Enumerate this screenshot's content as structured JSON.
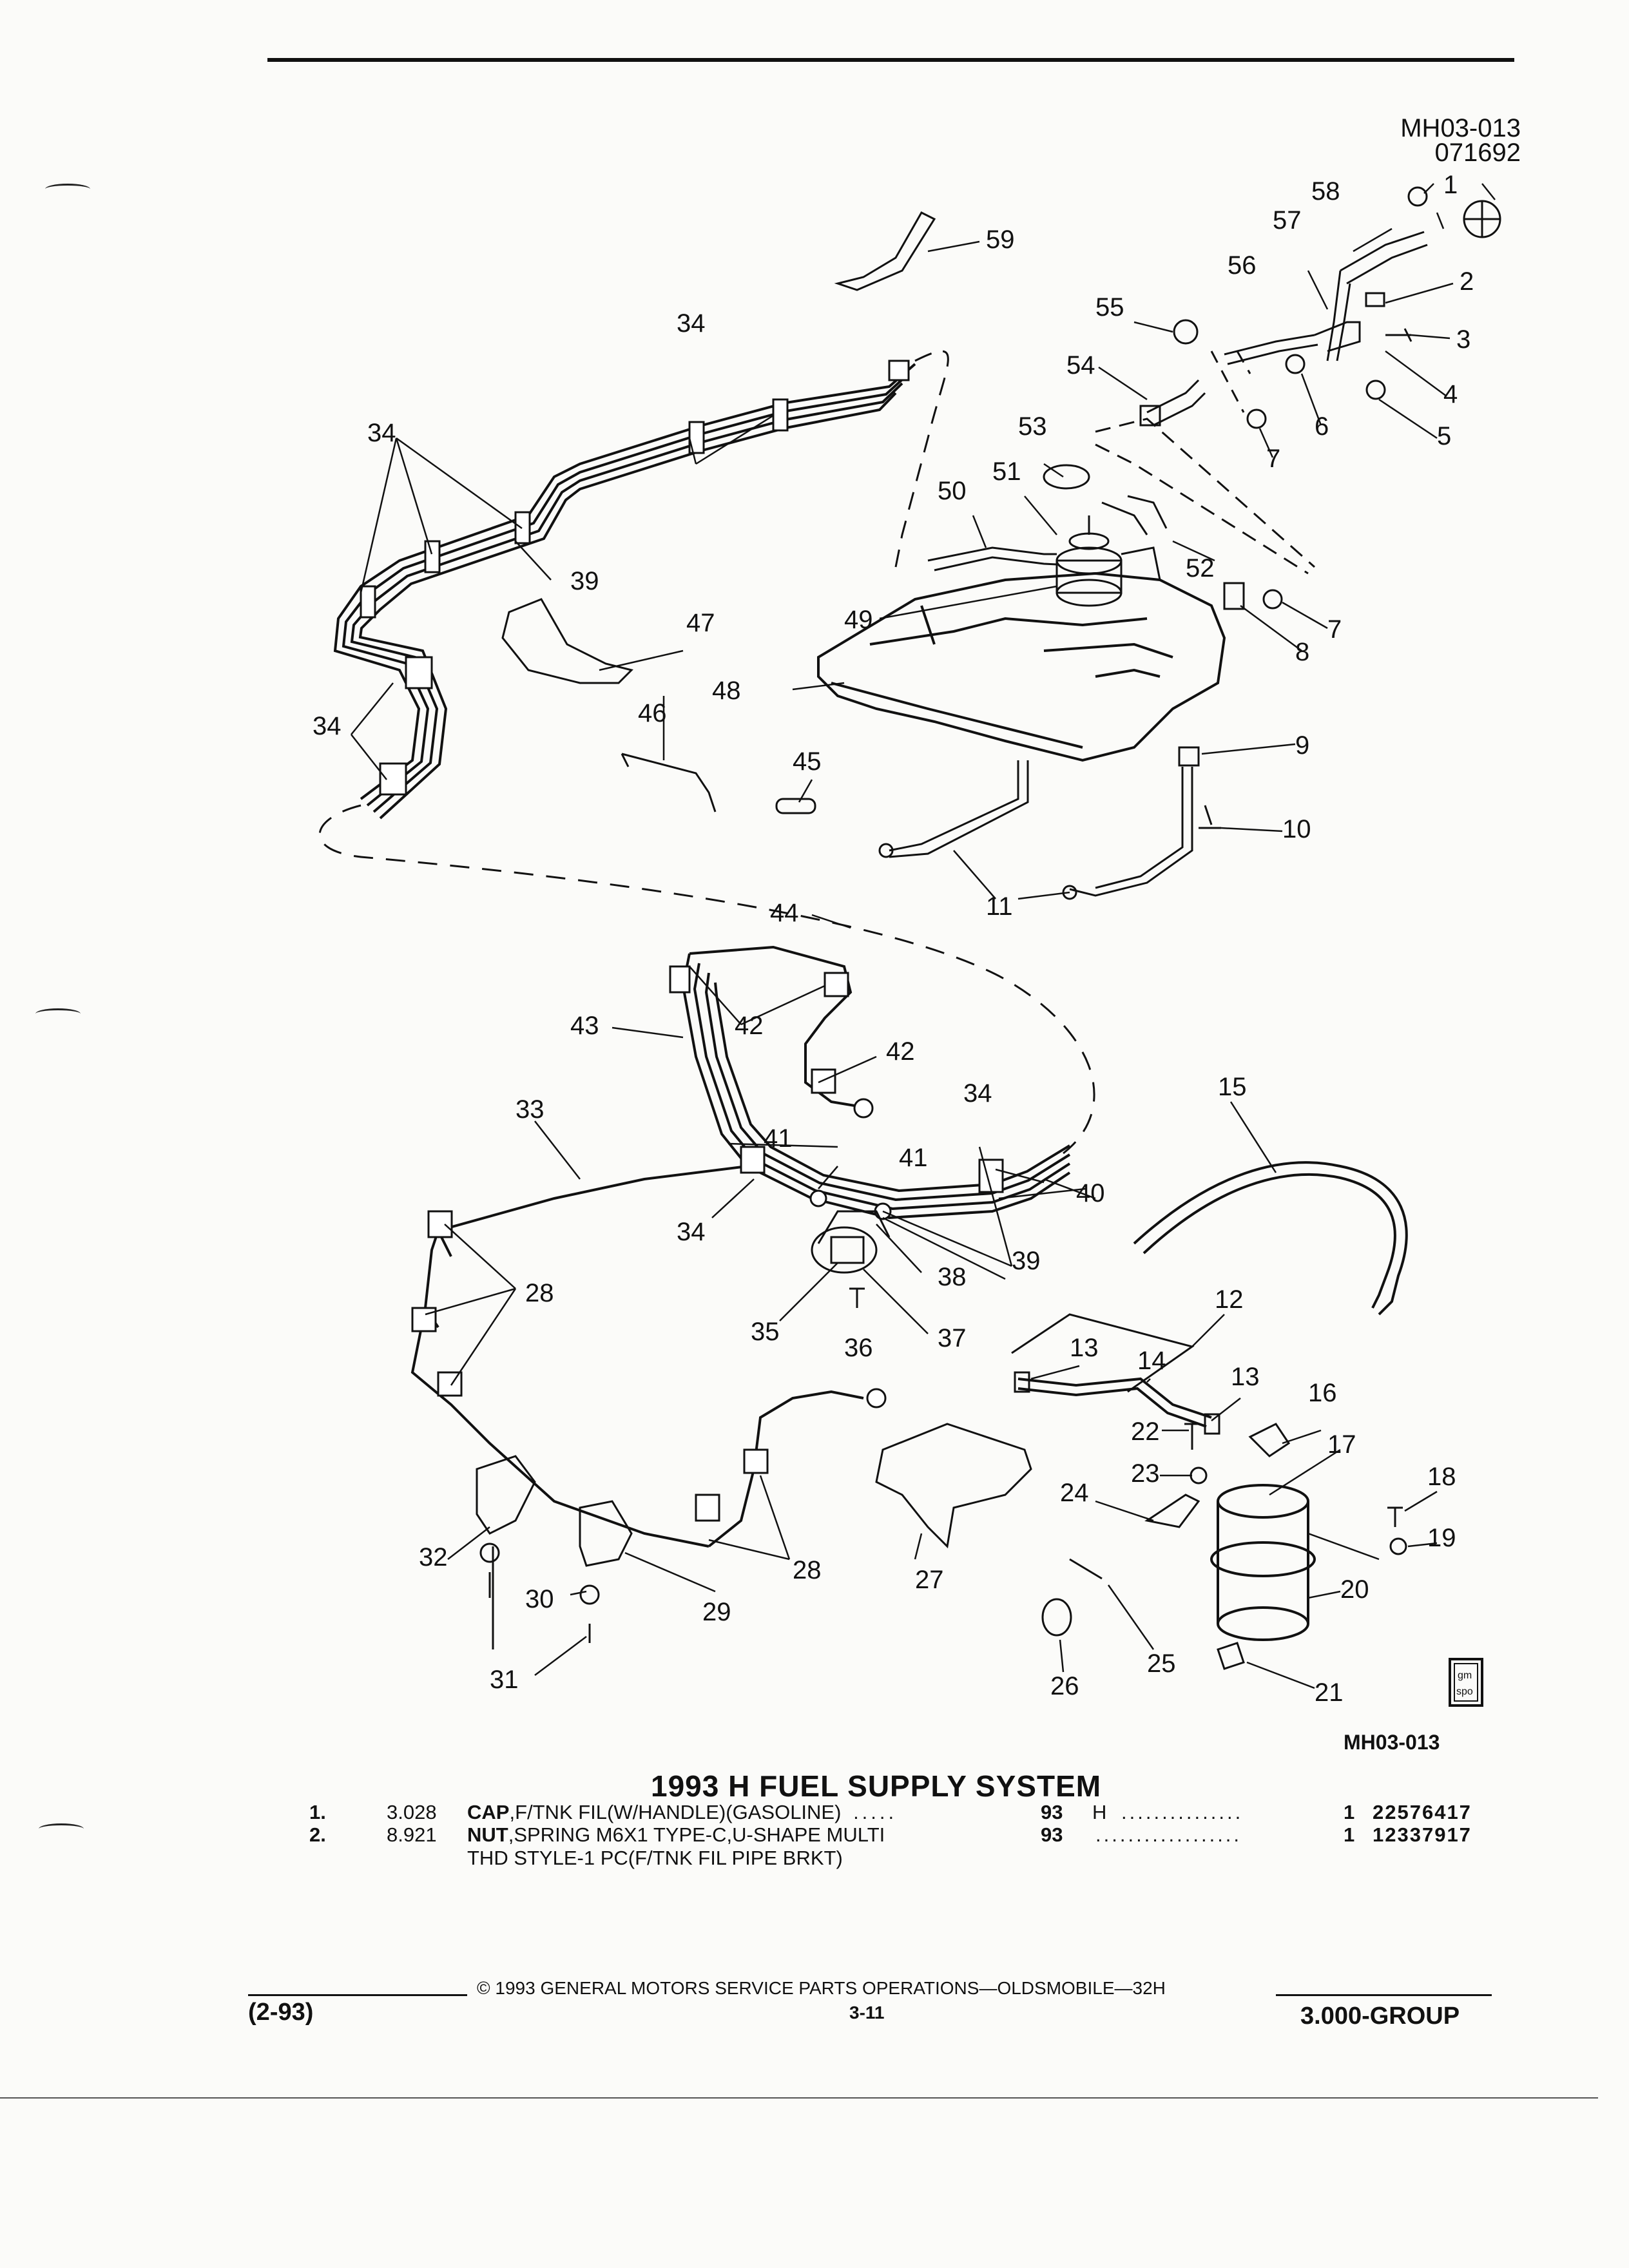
{
  "header": {
    "ref_code": "MH03-013",
    "ref_date": "071692"
  },
  "diagram": {
    "callouts": [
      "1",
      "2",
      "3",
      "4",
      "5",
      "6",
      "7",
      "7",
      "8",
      "9",
      "10",
      "11",
      "12",
      "13",
      "13",
      "14",
      "15",
      "16",
      "17",
      "18",
      "19",
      "20",
      "21",
      "22",
      "23",
      "24",
      "25",
      "26",
      "27",
      "28",
      "28",
      "29",
      "30",
      "31",
      "32",
      "33",
      "34",
      "34",
      "34",
      "34",
      "34",
      "35",
      "36",
      "37",
      "38",
      "39",
      "39",
      "40",
      "41",
      "41",
      "42",
      "42",
      "43",
      "44",
      "45",
      "46",
      "47",
      "48",
      "49",
      "50",
      "51",
      "52",
      "53",
      "54",
      "55",
      "56",
      "57",
      "58",
      "59"
    ],
    "figure_code": "MH03-013",
    "badge_text": [
      "gm",
      "spo"
    ]
  },
  "title": "1993 H FUEL SUPPLY SYSTEM",
  "parts": [
    {
      "num": "1.",
      "code": "3.028",
      "name": "CAP",
      "description": ",F/TNK FIL(W/HANDLE)(GASOLINE)",
      "dots1": ".....",
      "year": "93",
      "series": "H",
      "dots2": "...............",
      "qty": "1",
      "part_number": "22576417"
    },
    {
      "num": "2.",
      "code": "8.921",
      "name": "NUT",
      "description": ",SPRING M6X1 TYPE-C,U-SHAPE MULTI",
      "description2": "THD STYLE-1 PC(F/TNK FIL PIPE BRKT)",
      "year": "93",
      "dots2": "..................",
      "qty": "1",
      "part_number": "12337917"
    }
  ],
  "footer": {
    "date_code": "(2-93)",
    "copyright": "©  1993  GENERAL MOTORS SERVICE PARTS OPERATIONS—OLDSMOBILE—32H",
    "page": "3-11",
    "group": "3.000-GROUP"
  }
}
